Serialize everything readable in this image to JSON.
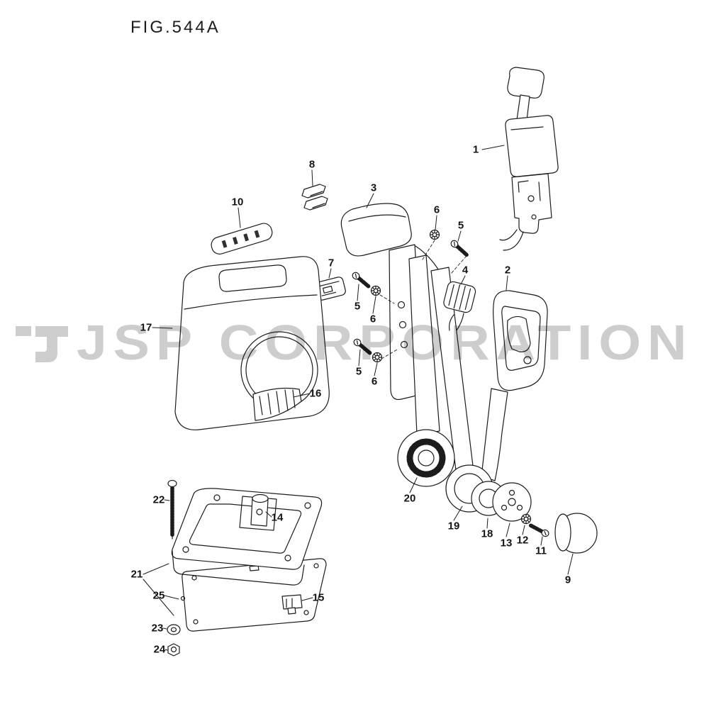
{
  "figure": {
    "title": "FIG.544A"
  },
  "watermark": {
    "text": "JSP CORPORATION",
    "color": "#c4c4c4"
  },
  "parts": {
    "labels": [
      "1",
      "2",
      "3",
      "4",
      "5",
      "6",
      "7",
      "8",
      "9",
      "10",
      "11",
      "12",
      "13",
      "14",
      "15",
      "16",
      "17",
      "18",
      "19",
      "20",
      "21",
      "22",
      "23",
      "24",
      "25"
    ]
  }
}
